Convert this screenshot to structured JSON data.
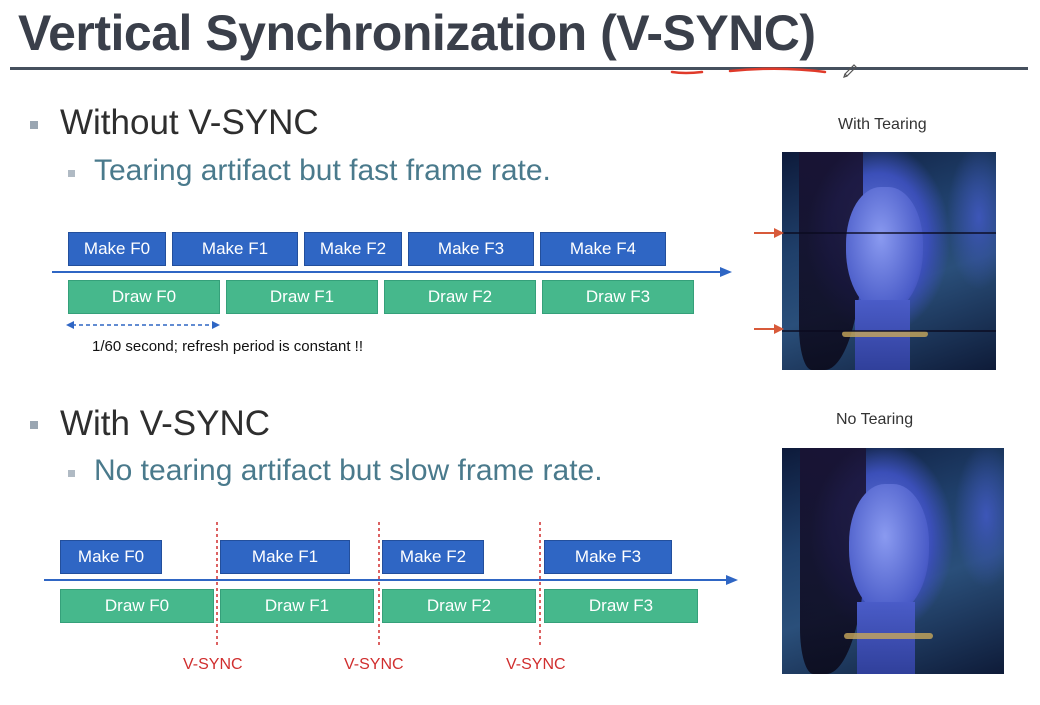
{
  "title": "Vertical Synchronization (V-SYNC)",
  "without": {
    "heading": "Without V-SYNC",
    "subpoint": "Tearing artifact but fast frame rate.",
    "make": [
      "Make F0",
      "Make F1",
      "Make F2",
      "Make F3",
      "Make F4"
    ],
    "draw": [
      "Draw F0",
      "Draw F1",
      "Draw F2",
      "Draw F3"
    ],
    "note": "1/60 second; refresh period is constant !!",
    "image_caption": "With Tearing"
  },
  "with": {
    "heading": "With V-SYNC",
    "subpoint": "No tearing artifact but slow frame rate.",
    "make": [
      "Make F0",
      "Make F1",
      "Make F2",
      "Make F3"
    ],
    "draw": [
      "Draw F0",
      "Draw F1",
      "Draw F2",
      "Draw F3"
    ],
    "vsync": [
      "V-SYNC",
      "V-SYNC",
      "V-SYNC"
    ],
    "image_caption": "No Tearing"
  },
  "colors": {
    "make": "#2f66c4",
    "draw": "#46b88c",
    "timeline": "#2f66c4",
    "vsync": "#d02e2e",
    "annotation": "#e03a2a",
    "tear_arrow": "#d85a3a"
  },
  "icons": {
    "bullet": "square-bullet",
    "pen": "pen-cursor-icon"
  }
}
